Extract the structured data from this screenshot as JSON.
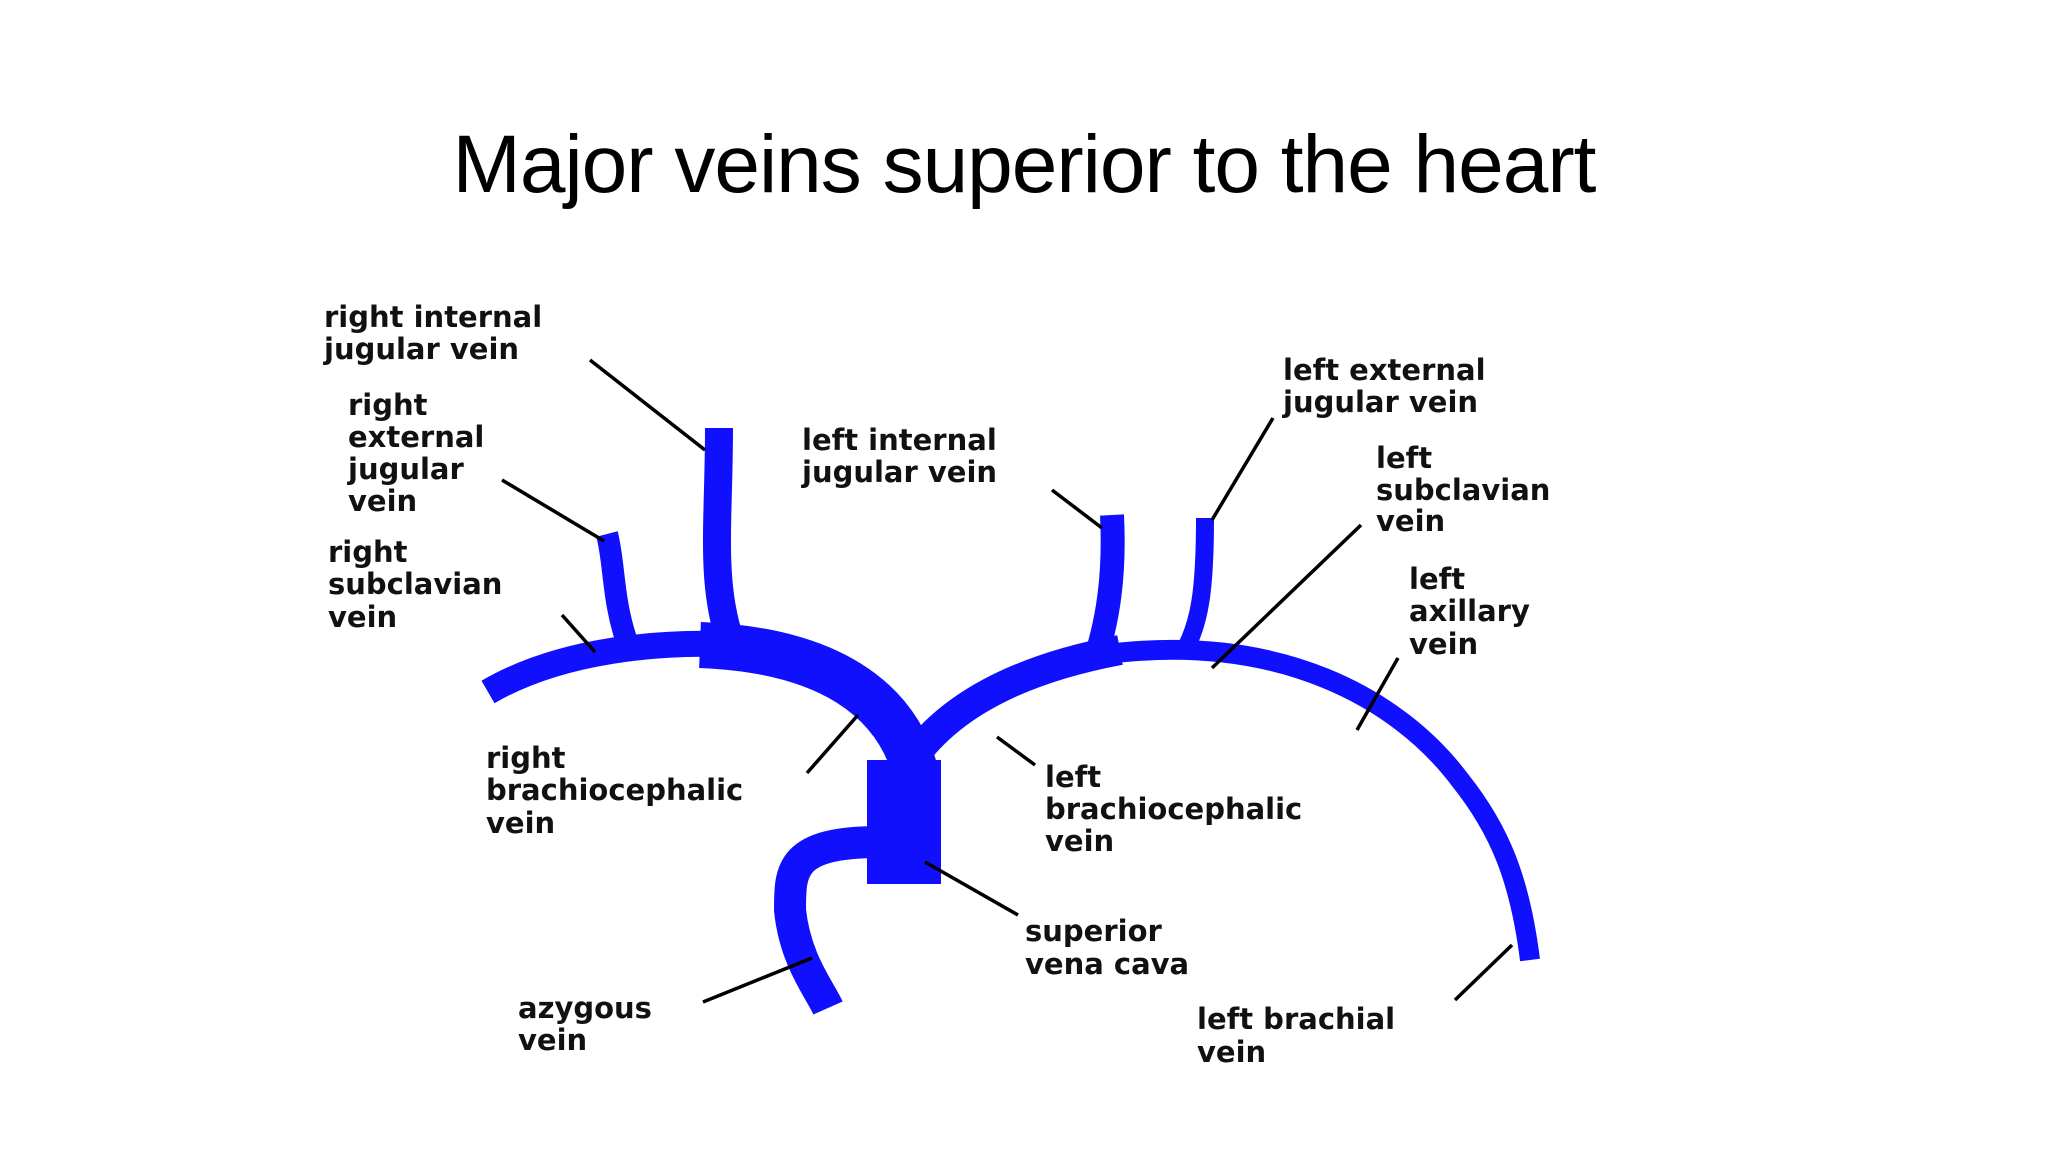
{
  "title": "Major veins superior to the heart",
  "colors": {
    "vein": "#1010ff",
    "leader": "#000000",
    "background": "#ffffff"
  },
  "labels": {
    "right_internal_jugular": [
      "right internal",
      "jugular vein"
    ],
    "right_external_jugular": [
      "right",
      "external",
      "jugular",
      "vein"
    ],
    "right_subclavian": [
      "right",
      "subclavian",
      "vein"
    ],
    "left_internal_jugular": [
      "left internal",
      "jugular vein"
    ],
    "left_external_jugular": [
      "left external",
      "jugular vein"
    ],
    "left_subclavian": [
      "left",
      "subclavian",
      "vein"
    ],
    "left_axillary": [
      "left",
      "axillary",
      "vein"
    ],
    "right_brachiocephalic": [
      "right",
      "brachiocephalic",
      "vein"
    ],
    "left_brachiocephalic": [
      "left",
      "brachiocephalic",
      "vein"
    ],
    "superior_vena_cava": [
      "superior",
      "vena cava"
    ],
    "azygous": [
      "azygous",
      "vein"
    ],
    "left_brachial": [
      "left brachial",
      "vein"
    ]
  }
}
